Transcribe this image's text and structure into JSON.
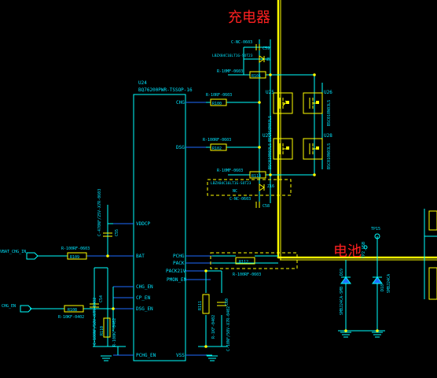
{
  "colors": {
    "background": "#000000",
    "wire": "#00ffff",
    "pin_wire": "#1e6cff",
    "text": "#00e5ff",
    "component": "#ffff00",
    "callout": "#ff2020",
    "zone_border": "#ffff00",
    "net_dot": "#ffff00"
  },
  "callouts": {
    "charger": "充电器",
    "battery": "电池"
  },
  "ic": {
    "ref": "U24",
    "part": "BQ76200PWR-TSSOP-16",
    "pins_left": {
      "vddcp": "VDDCP",
      "bat": "BAT",
      "chg_en": "CHG_EN",
      "cp_en": "CP_EN",
      "dsg_en": "DSG_EN",
      "pchg_en": "PCHG_EN"
    },
    "pins_right": {
      "chg": "CHG",
      "dsg": "DSG",
      "pchg": "PCHG",
      "pack": "PACK",
      "pack_plus": "PACK21V",
      "pmon_en": "PMON_EN",
      "vss": "VSS"
    }
  },
  "ports": {
    "vbat": "VBAT_CHG_IN",
    "chg_en": "CHG_EN"
  },
  "resistors": {
    "r109": {
      "ref": "R109",
      "value": "R-100RF-0603"
    },
    "r108": {
      "ref": "R108",
      "value": "R-10KF-0402"
    },
    "r110": {
      "ref": "R110",
      "value": "R-100KF-0402"
    },
    "r100": {
      "ref": "R100",
      "value": "R-10RF-0603"
    },
    "r101": {
      "ref": "R101",
      "value": "R-10MF-0603"
    },
    "r102": {
      "ref": "R102",
      "value": "R-100RF-0603"
    },
    "r113": {
      "ref": "R113",
      "value": "R-10MF-0603"
    },
    "r112": {
      "ref": "R112",
      "value": "R-100RF-0603"
    },
    "r111": {
      "ref": "R111",
      "value": "R-1KF-0402"
    }
  },
  "capacitors": {
    "c_vddcp": {
      "ref": "C55",
      "value": "C-470NF/25V-X7R-0603"
    },
    "c_bat": {
      "ref": "C54",
      "value": "C-100NF/50V-X7R-0402"
    },
    "c60": {
      "ref": "C60",
      "value": "C-10NF/50V-X7R-0402"
    },
    "c_top": {
      "ref": "C59",
      "value": "C-NC-0603"
    },
    "c_bot": {
      "ref": "C58",
      "value": "C-NC-0603"
    }
  },
  "diodes": {
    "d_top": {
      "ref": "Z3",
      "value": "LBZX84C16LT1G-SOT23"
    },
    "d_mid": {
      "ref": "Z16",
      "value": "LBZX84C16LT1G-SOT23",
      "note": "NC"
    },
    "d_tvs1": {
      "ref": "D19",
      "value": "SMBJ24CA-SMB"
    },
    "d_tvs2": {
      "ref": "D18",
      "value": "SMBJ24CA"
    }
  },
  "mosfets": {
    "u25": {
      "ref": "U25",
      "part": "BSC010N03LS"
    },
    "u26": {
      "ref": "U26",
      "part": "BSC010N03LS"
    },
    "u27": {
      "ref": "U27",
      "part": "BSC010N03LS"
    },
    "u28": {
      "ref": "U28",
      "part": "BSC010N03LS"
    }
  },
  "testpoints": {
    "tp15": "TP15",
    "tp2": "TP2_USB"
  }
}
